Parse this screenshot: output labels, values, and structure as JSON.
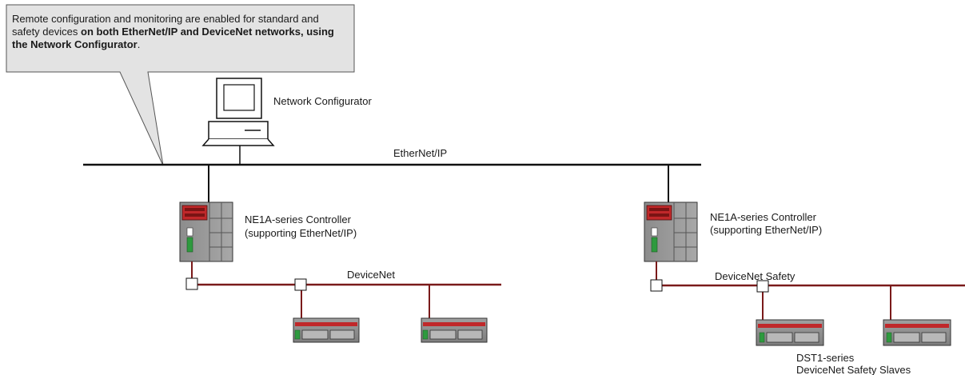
{
  "callout": {
    "part1": "Remote configuration and monitoring are enabled for standard and safety devices ",
    "bold": "on both EtherNet/IP and DeviceNet networks, using the Network Configurator",
    "part2": "."
  },
  "labels": {
    "network_configurator": "Network Configurator",
    "ethernet_ip": "EtherNet/IP",
    "controller_line1": "NE1A-series Controller",
    "controller_line2": "(supporting EtherNet/IP)",
    "devicenet": "DeviceNet",
    "devicenet_safety": "DeviceNet Safety",
    "slaves_line1": "DST1-series",
    "slaves_line2": "DeviceNet Safety Slaves"
  },
  "colors": {
    "network_line": "#7a1a1a",
    "callout_fill": "#e3e3e3",
    "device_body": "#9a9a9a",
    "device_red": "#c0282a",
    "indicator_green": "#2e9a3e"
  }
}
